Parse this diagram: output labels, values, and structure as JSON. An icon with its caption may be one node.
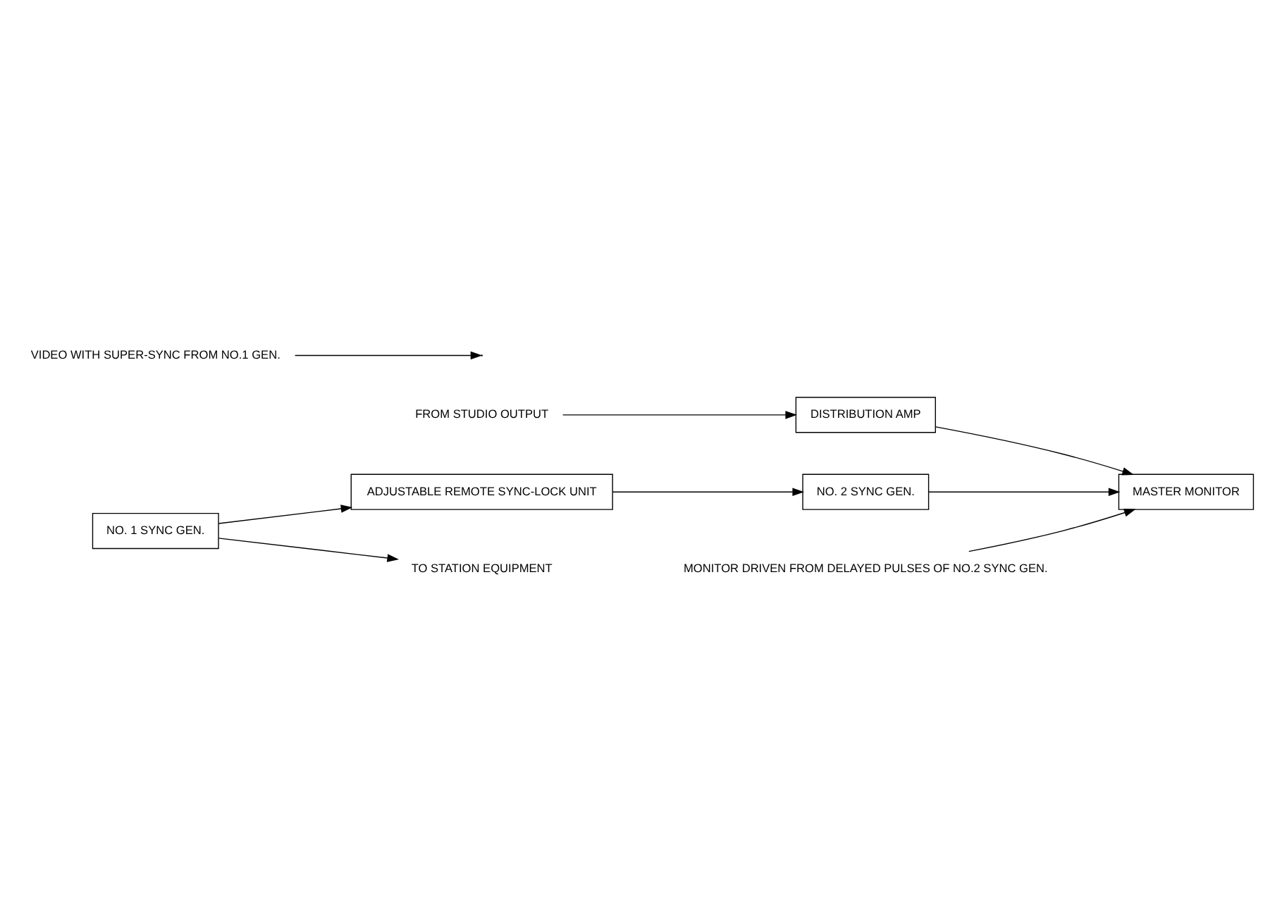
{
  "diagram": {
    "nodes": [
      {
        "text": [
          "FROM STUDIO OUTPUT"
        ]
      },
      {
        "text": [
          "DISTRIBUTION AMP"
        ]
      },
      {
        "text": [
          "MASTER MONITOR"
        ]
      },
      {
        "text": [
          "NO. 1 SYNC GEN."
        ]
      },
      {
        "text": [
          "ADJUSTABLE REMOTE SYNC-LOCK UNIT"
        ]
      },
      {
        "text": [
          "NO. 2 SYNC GEN."
        ]
      },
      {
        "text": [
          "TO STATION EQUIPMENT"
        ]
      },
      {
        "text": [
          "VIDEO WITH SUPER-SYNC FROM NO.1 GEN."
        ]
      },
      {
        "text": [
          "MONITOR DRIVEN FROM DELAYED PULSES OF NO.2 SYNC GEN."
        ]
      }
    ],
    "edges": [
      {
        "from": 0,
        "to": 1,
        "arrow": "to"
      },
      {
        "from": 1,
        "to": 2,
        "arrow": "to"
      },
      {
        "from": 3,
        "to": 6,
        "arrow": "to"
      },
      {
        "from": 3,
        "to": 4,
        "arrow": "to"
      },
      {
        "from": 4,
        "to": 5,
        "arrow": "to"
      },
      {
        "from": 5,
        "to": 2,
        "arrow": "to"
      },
      {
        "from": 7,
        "to": null,
        "arrow": "to"
      },
      {
        "from": 8,
        "to": 2,
        "arrow": "to"
      }
    ]
  }
}
